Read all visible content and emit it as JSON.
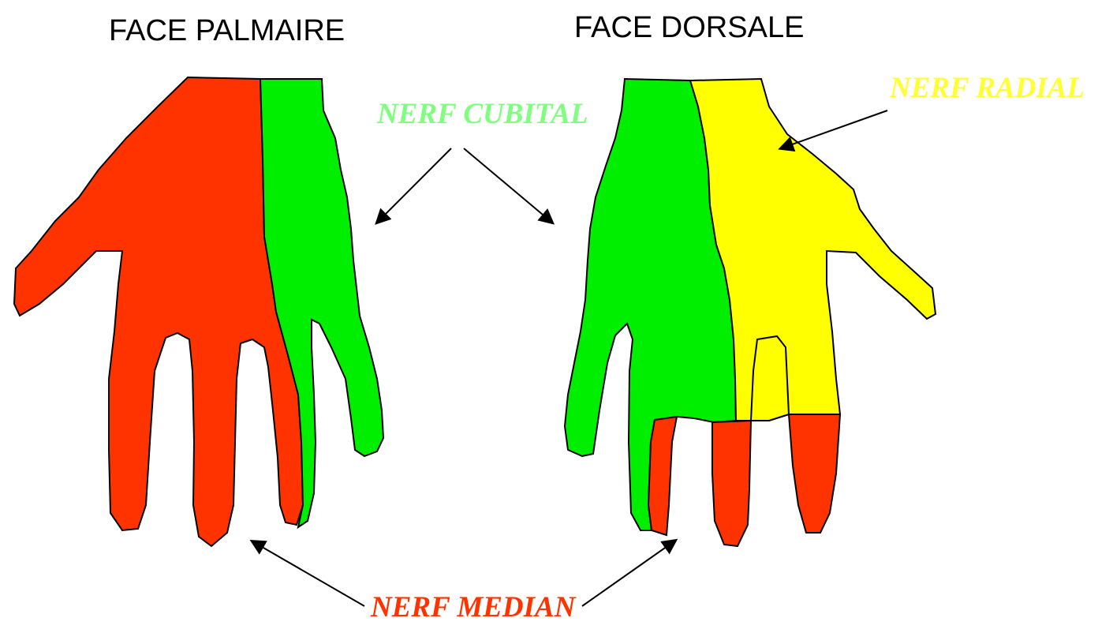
{
  "titles": {
    "palmar": "FACE PALMAIRE",
    "dorsal": "FACE DORSALE"
  },
  "labels": {
    "cubital": "NERF CUBITAL",
    "radial": "NERF RADIAL",
    "median": "NERF MEDIAN"
  },
  "colors": {
    "median": "#ff3300",
    "cubital": "#00ee00",
    "radial": "#ffff00",
    "cubital_label": "#7fff7f",
    "radial_label": "#ffff33",
    "outline": "#000000"
  }
}
